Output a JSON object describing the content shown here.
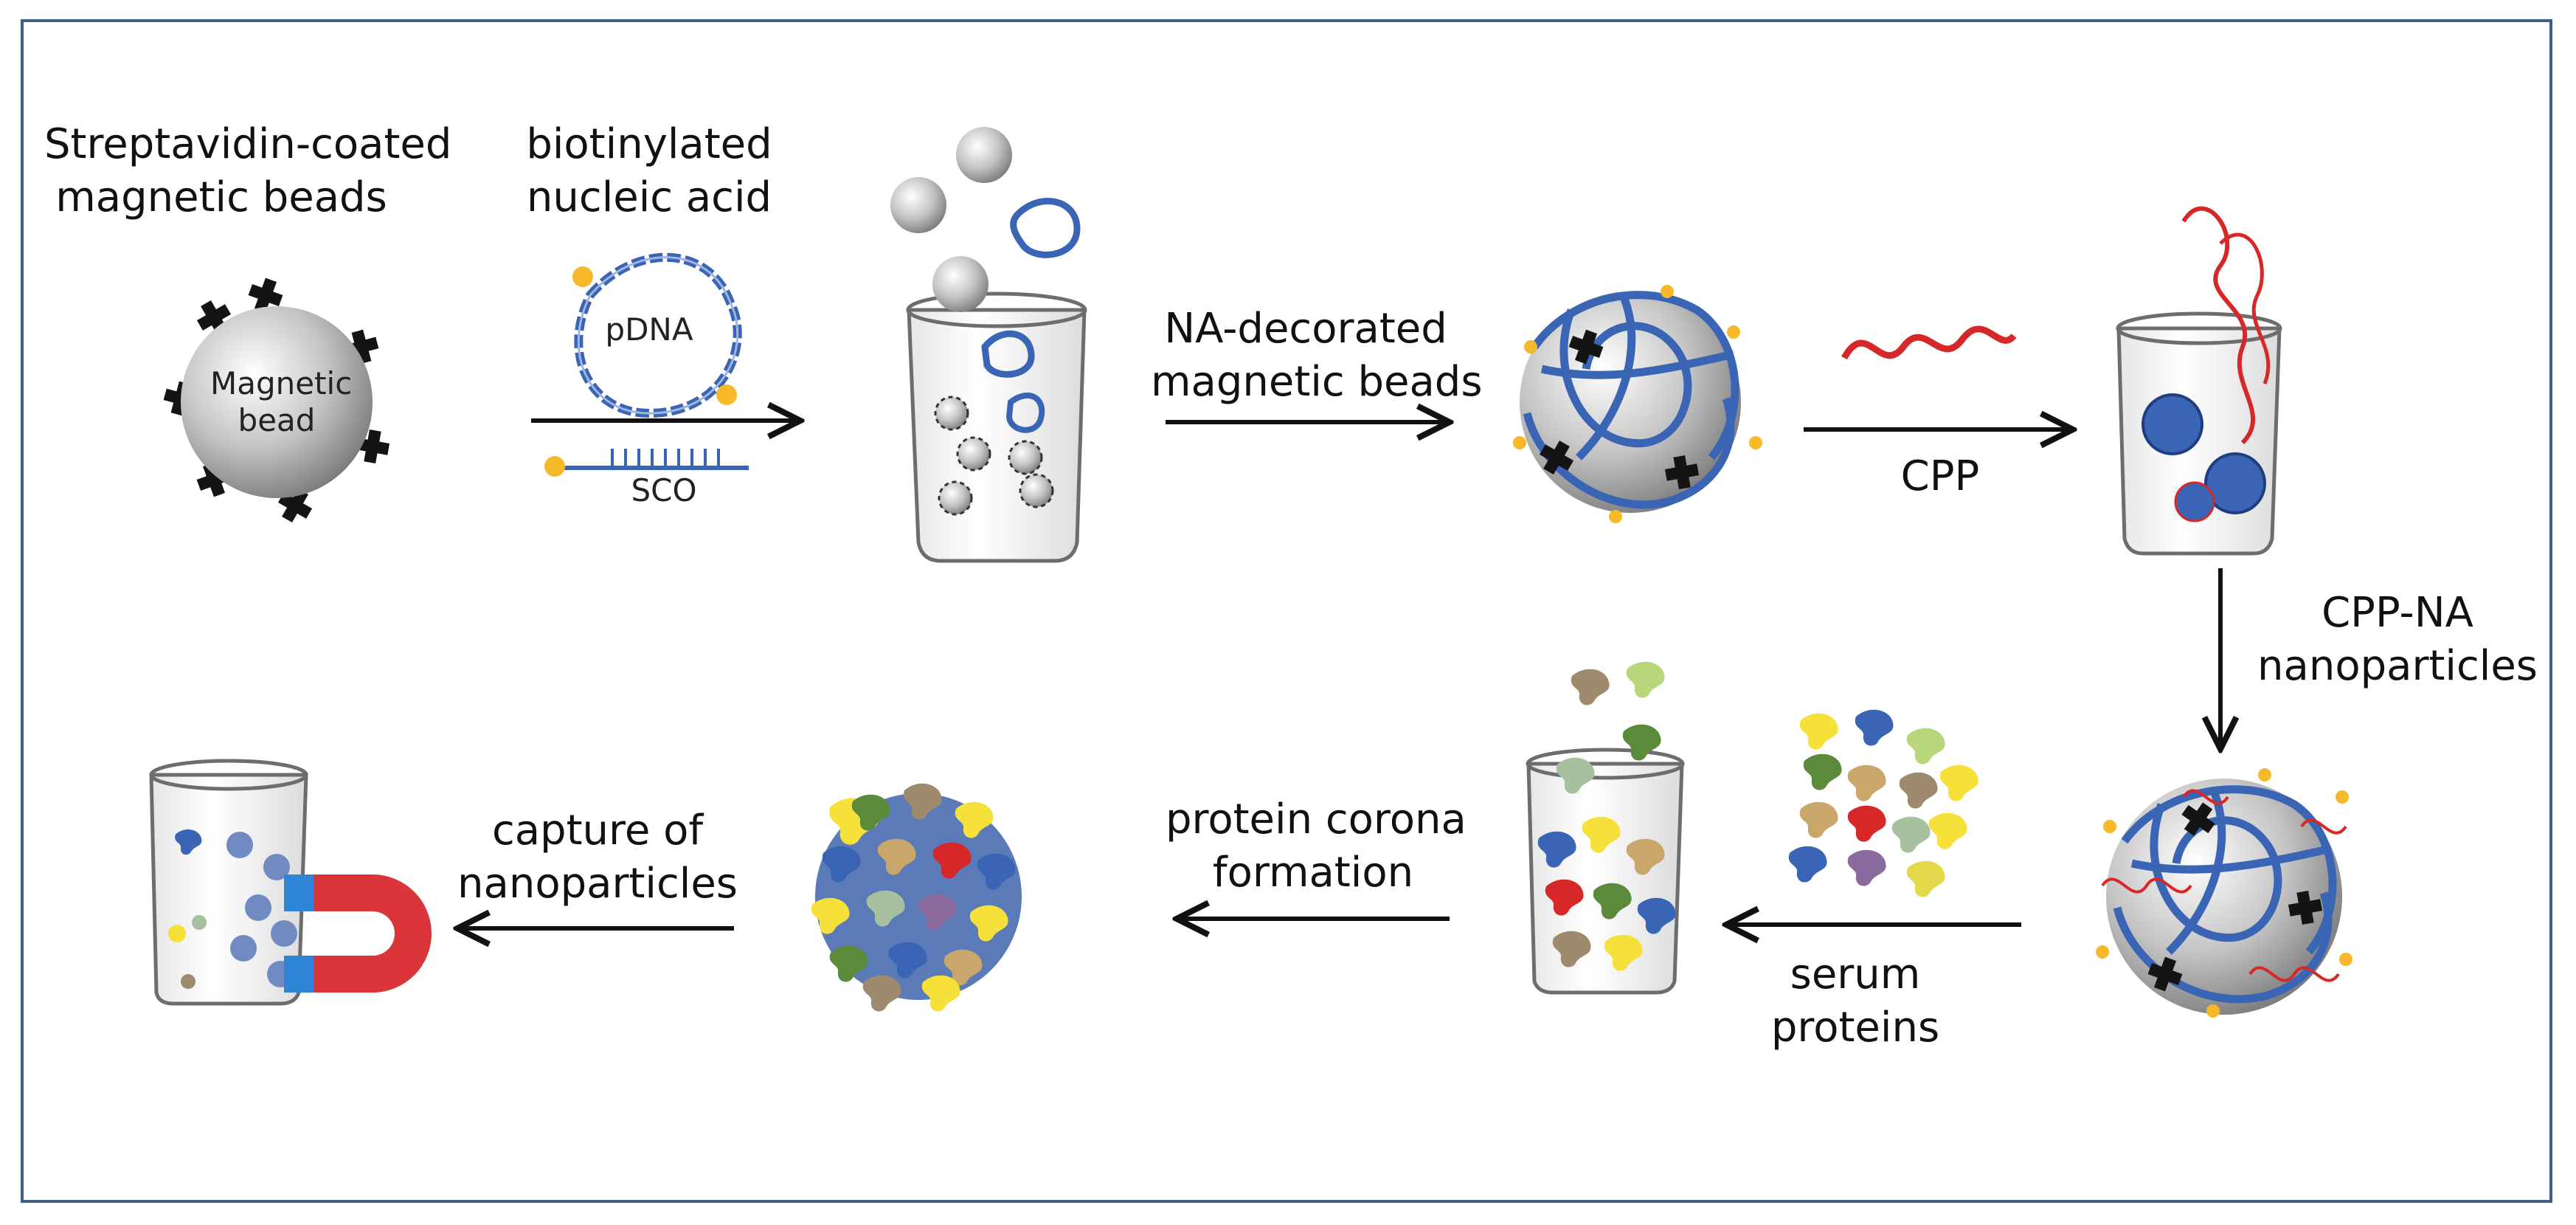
{
  "labels": {
    "streptavidin_line1": "Streptavidin-coated",
    "streptavidin_line2": "magnetic beads",
    "magnetic_bead_line1": "Magnetic",
    "magnetic_bead_line2": "bead",
    "biotinylated_line1": "biotinylated",
    "biotinylated_line2": "nucleic acid",
    "pdna": "pDNA",
    "sco": "SCO",
    "na_decorated_line1": "NA-decorated",
    "na_decorated_line2": "magnetic beads",
    "cpp": "CPP",
    "cpp_na_line1": "CPP-NA",
    "cpp_na_line2": "nanoparticles",
    "serum_line1": "serum",
    "serum_line2": "proteins",
    "corona_line1": "protein corona",
    "corona_line2": "formation",
    "capture_line1": "capture of",
    "capture_line2": "nanoparticles"
  },
  "colors": {
    "frame": "#3f5e86",
    "dna_blue": "#3a64b4",
    "biotin_yellow": "#f5b92a",
    "cpp_red": "#d62828",
    "magnet_red": "#d9353a",
    "magnet_blue": "#2f86d6",
    "streptavidin_black": "#141414",
    "bead_grey": "#bdbdbd"
  }
}
